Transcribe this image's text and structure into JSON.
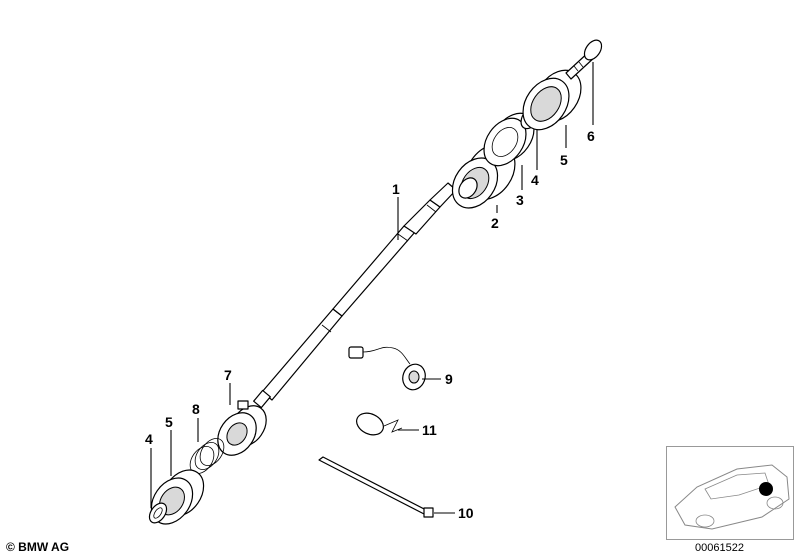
{
  "copyright": "© BMW AG",
  "diagram_id": "00061522",
  "callouts": [
    "1",
    "2",
    "3",
    "4",
    "5",
    "6",
    "7",
    "8",
    "9",
    "10",
    "11",
    "4",
    "5"
  ],
  "icons": {
    "shaft": "steering-shaft-icon",
    "bearing": "bearing-icon",
    "bolt": "bolt-icon",
    "sensor": "sensor-icon",
    "cable_tie": "cable-tie-icon",
    "car": "car-outline-icon"
  }
}
